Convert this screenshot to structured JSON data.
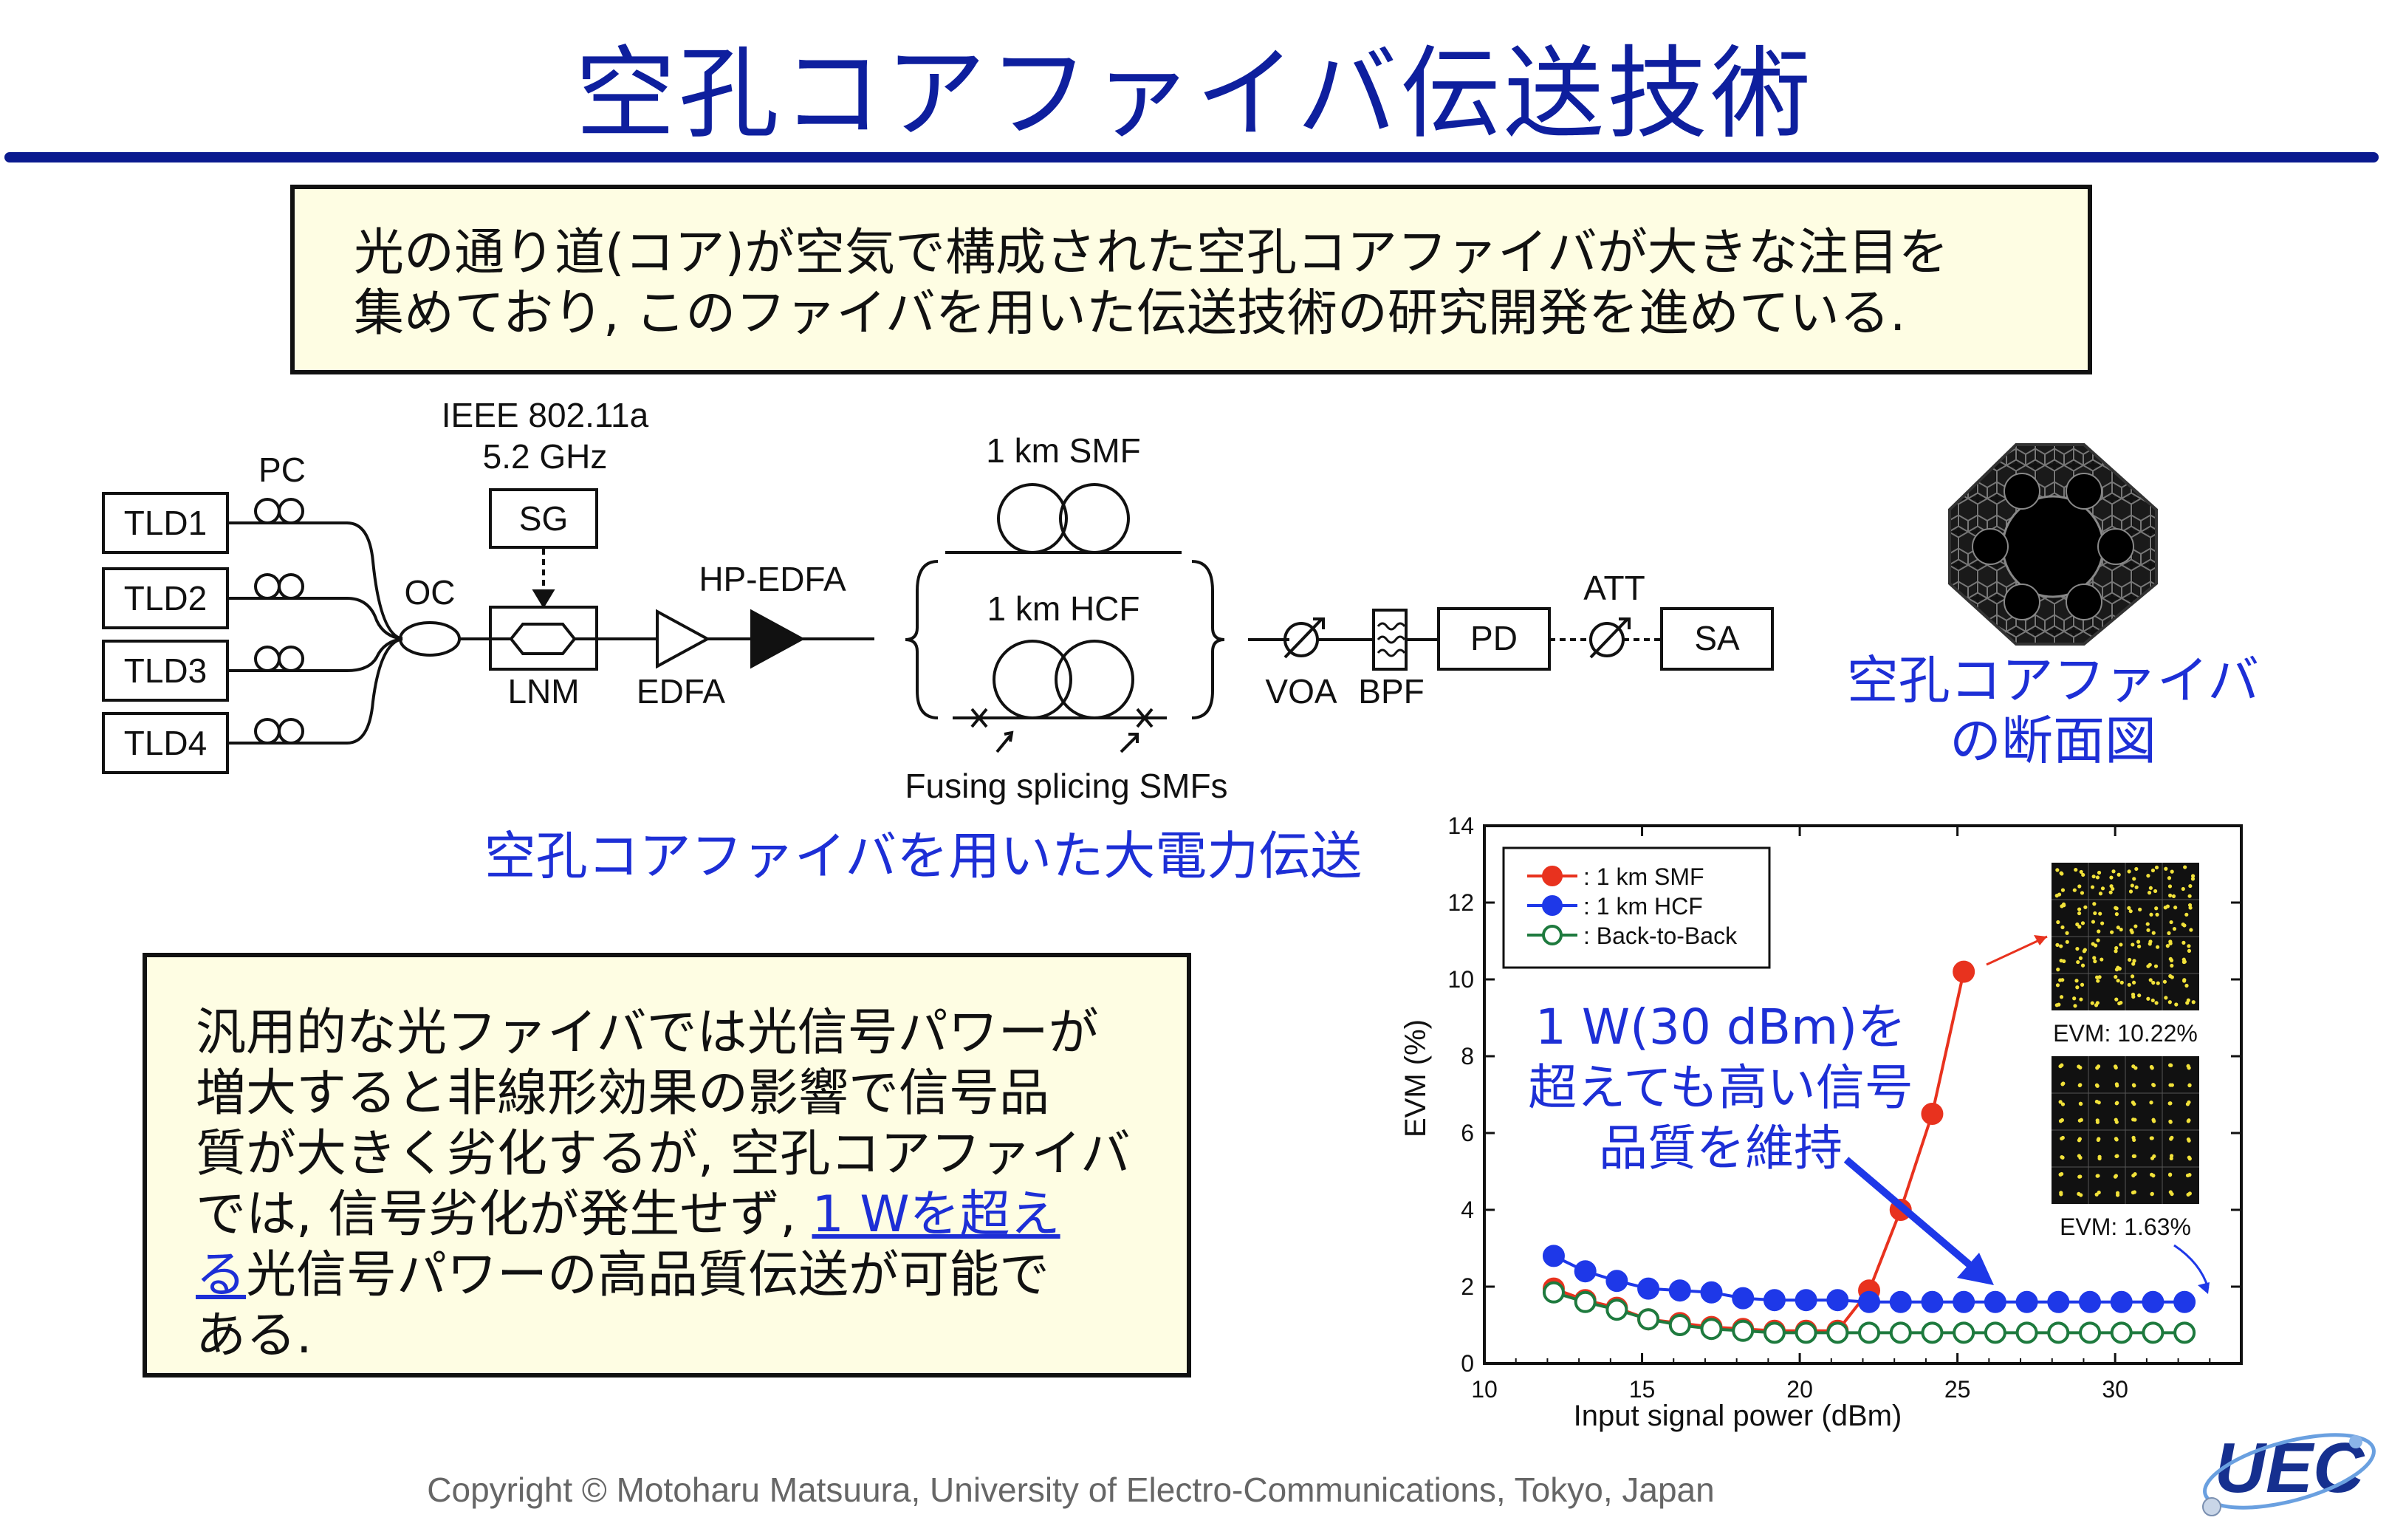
{
  "title": "空孔コアファイバ伝送技術",
  "intro_box": {
    "line1": "光の通り道(コア)が空気で構成された空孔コアファイバが大きな注目を",
    "line2": "集めており, このファイバを用いた伝送技術の研究開発を進めている."
  },
  "setup_diagram": {
    "lasers": [
      "TLD1",
      "TLD2",
      "TLD3",
      "TLD4"
    ],
    "pc_label": "PC",
    "oc_label": "OC",
    "sg_label": "SG",
    "sg_spec_line1": "IEEE 802.11a",
    "sg_spec_line2": "5.2 GHz",
    "lnm_label": "LNM",
    "edfa_label": "EDFA",
    "hp_edfa_label": "HP-EDFA",
    "smf_label": "1 km SMF",
    "hcf_label": "1 km HCF",
    "splice_label": "Fusing splicing SMFs",
    "voa_label": "VOA",
    "bpf_label": "BPF",
    "pd_label": "PD",
    "att_label": "ATT",
    "sa_label": "SA",
    "caption": "空孔コアファイバを用いた大電力伝送"
  },
  "cross_section": {
    "caption_line1": "空孔コアファイバ",
    "caption_line2": "の断面図"
  },
  "result_box": {
    "line1": "汎用的な光ファイバでは光信号パワーが",
    "line2": "増大すると非線形効果の影響で信号品",
    "line3": "質が大きく劣化するが, 空孔コアファイバ",
    "line4_a": "では, 信号劣化が発生せず, ",
    "line4_b": "1 Wを超え",
    "line5_a": "る",
    "line5_b": "光信号パワーの高品質伝送が可能で",
    "line6": "ある."
  },
  "chart_annotation": {
    "line1": "1 W(30 dBm)を",
    "line2": "超えても高い信号",
    "line3": "品質を維持"
  },
  "chart_data": {
    "type": "line",
    "xlabel": "Input signal power (dBm)",
    "ylabel": "EVM (%)",
    "xlim": [
      10,
      34
    ],
    "ylim": [
      0,
      14
    ],
    "xticks": [
      10,
      15,
      20,
      25,
      30
    ],
    "yticks": [
      0,
      2,
      4,
      6,
      8,
      10,
      12,
      14
    ],
    "legend_position": "top-left",
    "series": [
      {
        "name": ": 1 km SMF",
        "color": "#e8321e",
        "marker": "filled",
        "x": [
          12.2,
          13.2,
          14.2,
          15.2,
          16.2,
          17.2,
          18.2,
          19.2,
          20.2,
          21.2,
          22.2,
          23.2,
          24.2,
          25.2
        ],
        "y": [
          1.95,
          1.65,
          1.45,
          1.15,
          1.05,
          0.95,
          0.9,
          0.85,
          0.85,
          0.85,
          1.9,
          4.0,
          6.5,
          10.2
        ]
      },
      {
        "name": ": 1 km HCF",
        "color": "#1e38e8",
        "marker": "filled",
        "x": [
          12.2,
          13.2,
          14.2,
          15.2,
          16.2,
          17.2,
          18.2,
          19.2,
          20.2,
          21.2,
          22.2,
          23.2,
          24.2,
          25.2,
          26.2,
          27.2,
          28.2,
          29.2,
          30.2,
          31.2,
          32.2
        ],
        "y": [
          2.8,
          2.4,
          2.15,
          1.95,
          1.9,
          1.85,
          1.7,
          1.65,
          1.65,
          1.65,
          1.6,
          1.6,
          1.6,
          1.6,
          1.6,
          1.6,
          1.6,
          1.6,
          1.6,
          1.6,
          1.6
        ]
      },
      {
        "name": ": Back-to-Back",
        "color": "#1e7a3e",
        "marker": "open",
        "x": [
          12.2,
          13.2,
          14.2,
          15.2,
          16.2,
          17.2,
          18.2,
          19.2,
          20.2,
          21.2,
          22.2,
          23.2,
          24.2,
          25.2,
          26.2,
          27.2,
          28.2,
          29.2,
          30.2,
          31.2,
          32.2
        ],
        "y": [
          1.85,
          1.6,
          1.4,
          1.15,
          1.0,
          0.9,
          0.85,
          0.8,
          0.8,
          0.8,
          0.8,
          0.8,
          0.8,
          0.8,
          0.8,
          0.8,
          0.8,
          0.8,
          0.8,
          0.8,
          0.8
        ]
      }
    ],
    "insets": [
      {
        "label": "EVM: 10.22%"
      },
      {
        "label": "EVM: 1.63%"
      }
    ]
  },
  "copyright": "Copyright © Motoharu Matsuura, University of Electro-Communications, Tokyo, Japan",
  "logo_text": "UEC"
}
